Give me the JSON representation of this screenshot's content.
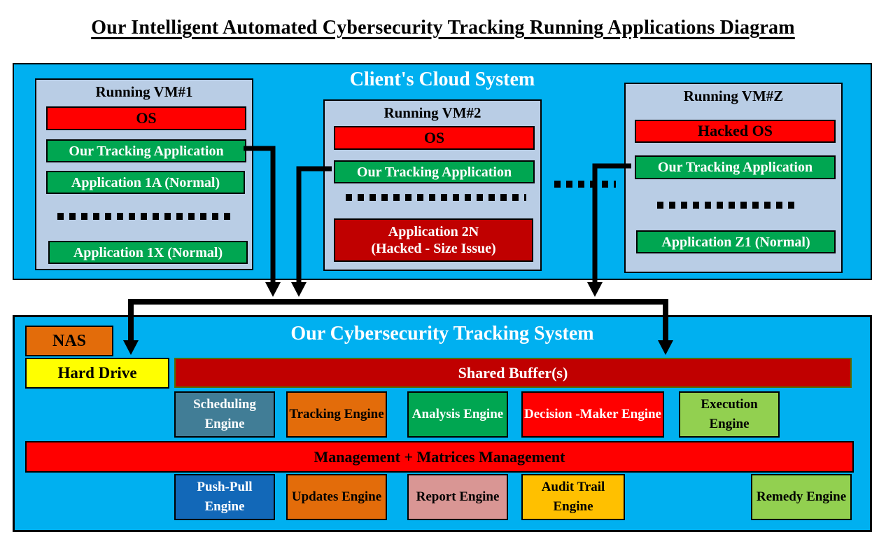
{
  "page_title": "Our Intelligent Automated Cybersecurity Tracking Running Applications Diagram",
  "cloud": {
    "title": "Client's Cloud System",
    "separator_dots": "between VM#2 and VM#Z",
    "vms": [
      {
        "name": "Running VM#1",
        "os_label": "OS",
        "tracking_app_label": "Our Tracking Application",
        "apps": [
          "Application 1A (Normal)",
          "Application 1X (Normal)"
        ]
      },
      {
        "name": "Running VM#2",
        "os_label": "OS",
        "tracking_app_label": "Our Tracking Application",
        "hacked_app_line1": "Application 2N",
        "hacked_app_line2": "(Hacked - Size Issue)"
      },
      {
        "name": "Running VM#Z",
        "os_label": "Hacked OS",
        "tracking_app_label": "Our Tracking Application",
        "apps": [
          "Application Z1 (Normal)"
        ]
      }
    ]
  },
  "tracking_system": {
    "title": "Our Cybersecurity Tracking System",
    "nas_label": "NAS",
    "hard_drive_label": "Hard Drive",
    "shared_buffer_label": "Shared Buffer(s)",
    "management_label": "Management + Matrices Management",
    "engines_row1": [
      "Scheduling Engine",
      "Tracking Engine",
      "Analysis Engine",
      "Decision -Maker Engine",
      "Execution Engine"
    ],
    "engines_row2": [
      "Push-Pull Engine",
      "Updates Engine",
      "Report Engine",
      "Audit Trail Engine",
      "Remedy Engine"
    ]
  },
  "colors": {
    "cloud_blue": "#00B0F0",
    "vm_panel": "#B9CDE5",
    "alert_red": "#FF0000",
    "dark_red": "#C00000",
    "green": "#00A651",
    "orange": "#E36C0A",
    "yellow": "#FFFF00",
    "gold": "#FFC000",
    "light_green": "#92D050",
    "steel_teal": "#417D96",
    "medium_blue": "#1268B8",
    "pink": "#D99694"
  }
}
